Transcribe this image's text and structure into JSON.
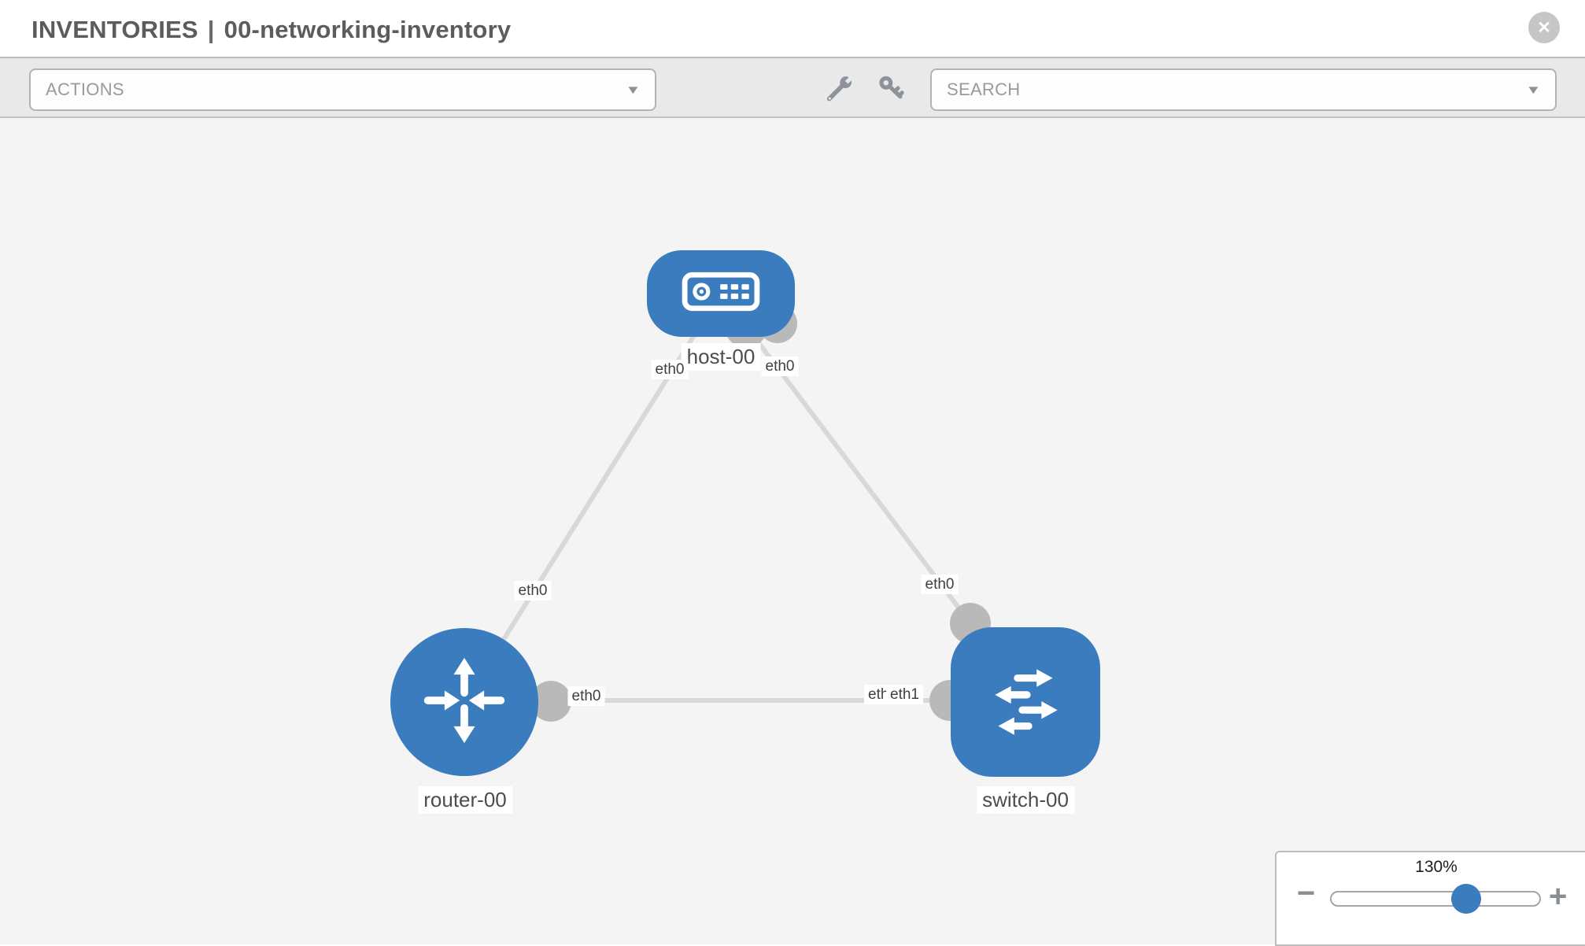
{
  "header": {
    "title_left": "INVENTORIES",
    "title_separator": "|",
    "title_right": "00-networking-inventory"
  },
  "toolbar": {
    "actions_label": "ACTIONS",
    "search_label": "SEARCH"
  },
  "icons": {
    "close": "✕",
    "caret_down": "▼",
    "minus": "−",
    "plus": "+"
  },
  "topology": {
    "nodes": [
      {
        "id": "host-00",
        "label": "host-00",
        "type": "host"
      },
      {
        "id": "router-00",
        "label": "router-00",
        "type": "router"
      },
      {
        "id": "switch-00",
        "label": "switch-00",
        "type": "switch"
      }
    ],
    "links": [
      {
        "source": "host-00",
        "source_interface": "eth0",
        "target": "router-00",
        "target_interface": "eth0"
      },
      {
        "source": "host-00",
        "source_interface": "eth0",
        "target": "switch-00",
        "target_interface": "eth0"
      },
      {
        "source": "router-00",
        "source_interface": "eth0",
        "target": "switch-00",
        "target_interface": "eth1"
      }
    ]
  },
  "canvas_labels": {
    "link1_host_if": "eth0",
    "link1_router_if": "eth0",
    "link2_host_if": "eth0",
    "link2_switch_if": "eth0",
    "link3_router_if": "eth0",
    "link3_switch_if_hidden": "eth0",
    "link3_switch_if": "eth1"
  },
  "zoom_control": {
    "level": "130%"
  },
  "colors": {
    "node_blue": "#3a7cbe",
    "link_gray": "#d8d8d8",
    "port_gray": "#b9b9b9",
    "canvas_bg": "#f4f4f4",
    "toolbar_bg": "#e9e9e9"
  }
}
